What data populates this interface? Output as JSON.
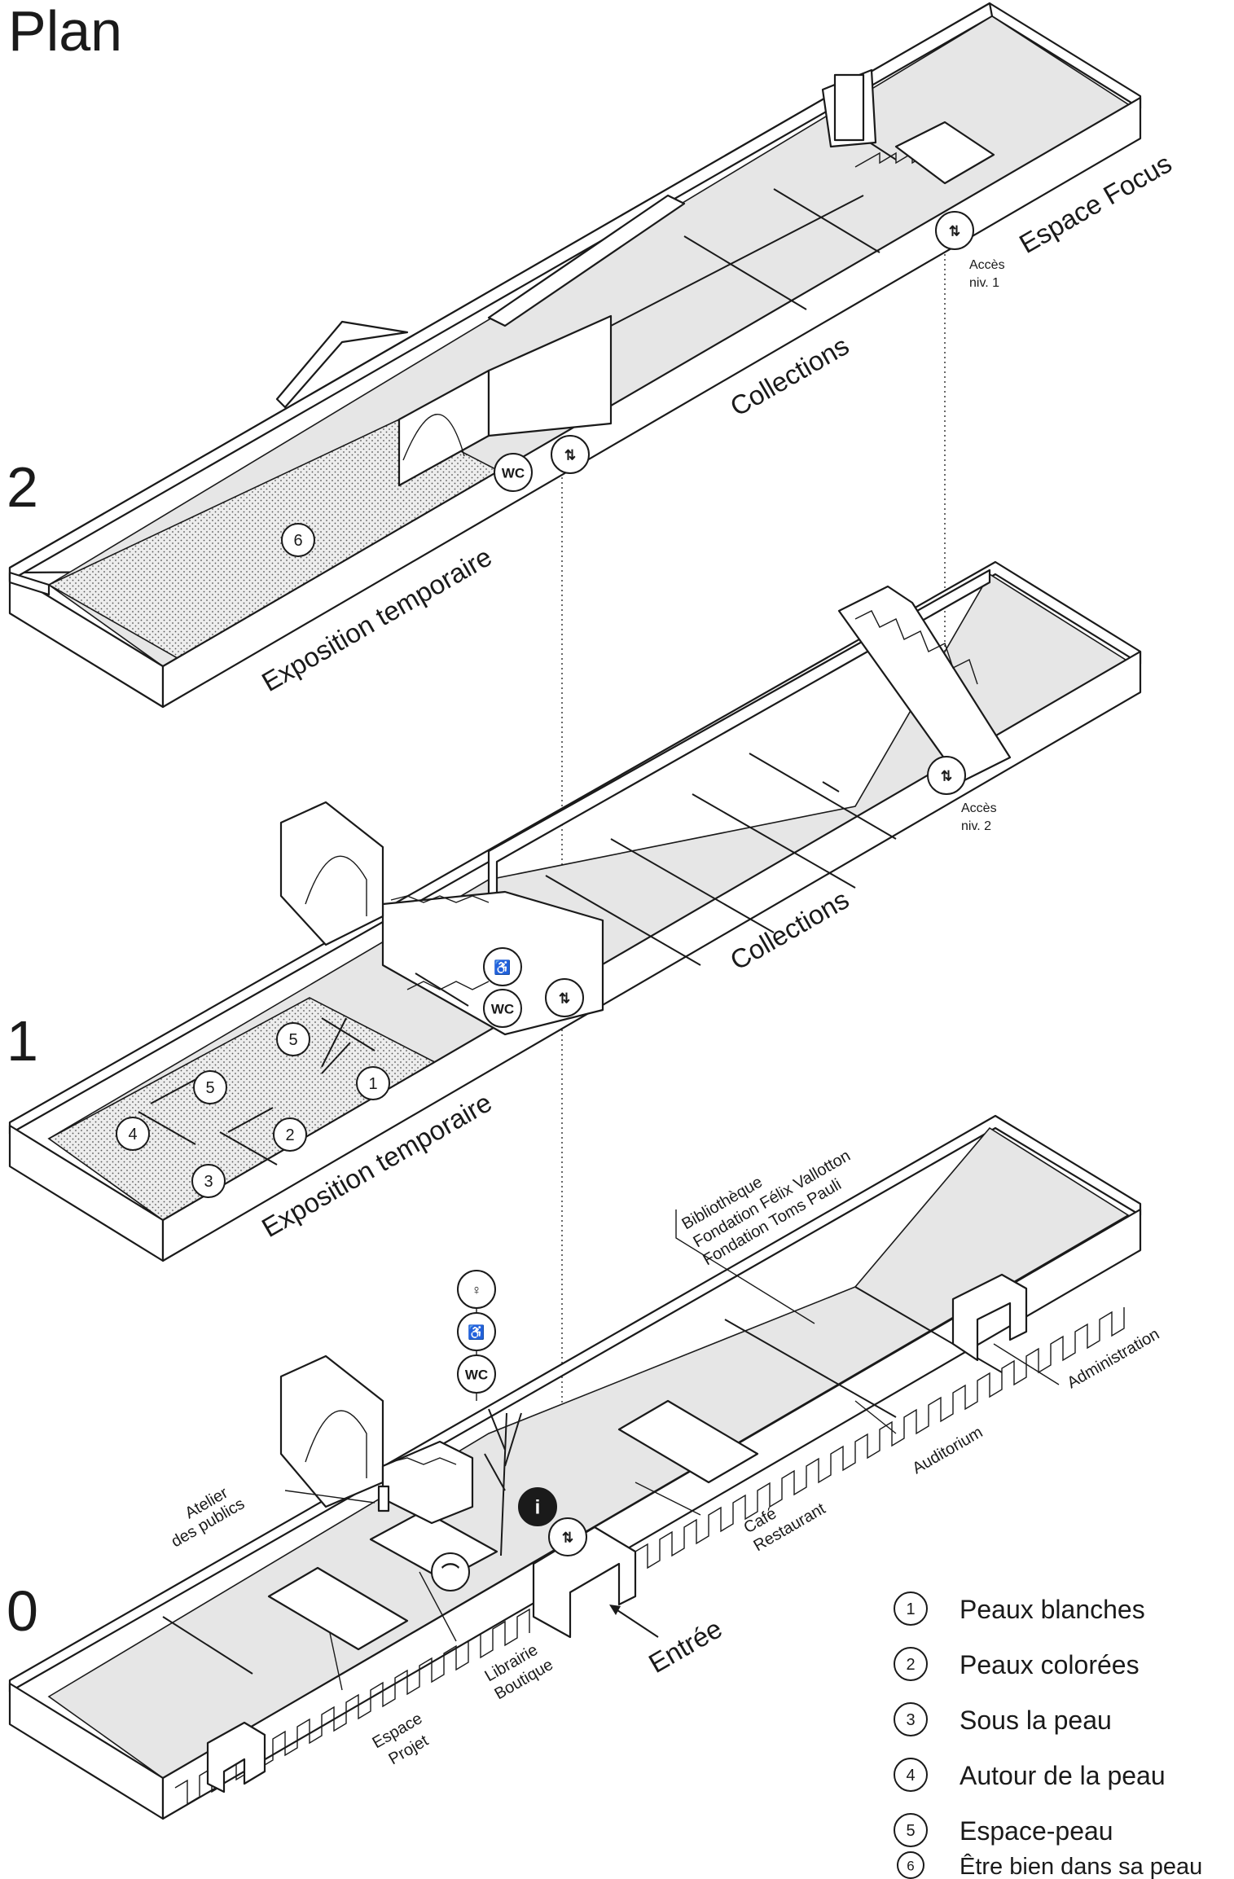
{
  "title": "Plan",
  "levels": [
    {
      "label": "2"
    },
    {
      "label": "1"
    },
    {
      "label": "0"
    }
  ],
  "level2": {
    "zones": {
      "expo": "Exposition temporaire",
      "collections": "Collections",
      "focus": "Espace Focus"
    },
    "access_line1": "Accès",
    "access_line2": "niv. 1"
  },
  "level1": {
    "zones": {
      "expo": "Exposition temporaire",
      "collections": "Collections"
    },
    "access_line1": "Accès",
    "access_line2": "niv. 2"
  },
  "level0": {
    "bibliotheque": [
      "Bibliothèque",
      "Fondation Félix Vallotton",
      "Fondation Toms Pauli"
    ],
    "administration": "Administration",
    "auditorium": "Auditorium",
    "cafe": [
      "Café",
      "Restaurant"
    ],
    "atelier": [
      "Atelier",
      "des publics"
    ],
    "librairie": [
      "Librairie",
      "Boutique"
    ],
    "espace_projet": [
      "Espace",
      "Projet"
    ],
    "entree": "Entrée"
  },
  "icons": {
    "wc": "WC",
    "info": "i"
  },
  "markers": [
    "1",
    "2",
    "3",
    "4",
    "5",
    "5",
    "6"
  ],
  "legend": [
    {
      "num": "1",
      "label": "Peaux blanches"
    },
    {
      "num": "2",
      "label": "Peaux colorées"
    },
    {
      "num": "3",
      "label": "Sous la peau"
    },
    {
      "num": "4",
      "label": "Autour de la peau"
    },
    {
      "num": "5",
      "label": "Espace-peau"
    },
    {
      "num": "6",
      "label": "Être bien dans sa peau"
    }
  ]
}
